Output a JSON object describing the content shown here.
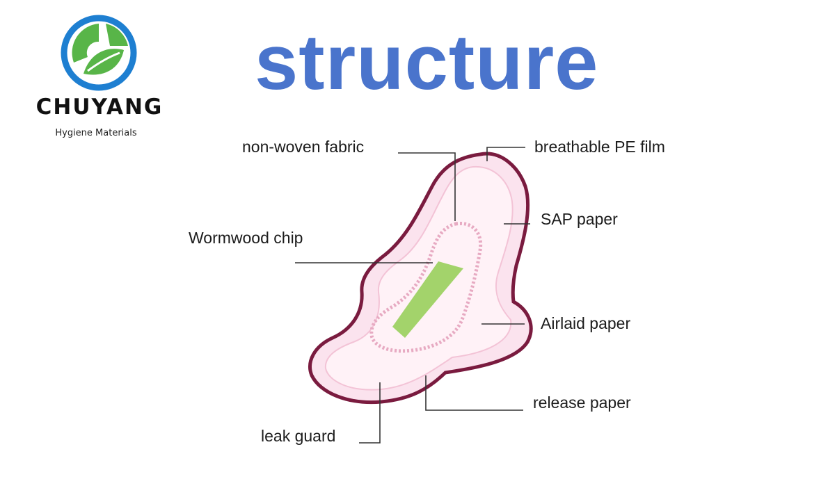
{
  "brand": {
    "name": "CHUYANG",
    "tagline": "Hygiene Materials",
    "colors": {
      "blue": "#1e7fd1",
      "green": "#58b548",
      "dark": "#111111"
    }
  },
  "title": "structure",
  "title_color": "#4a74cc",
  "diagram": {
    "pad_outline_color": "#7a1b3f",
    "pad_fill_color": "#fbe3ee",
    "chip_color": "#a3d36b",
    "labels": {
      "nonwoven": "non-woven fabric",
      "pe_film": "breathable PE film",
      "sap": "SAP paper",
      "wormwood": "Wormwood chip",
      "airlaid": "Airlaid paper",
      "release": "release paper",
      "leak": "leak guard"
    }
  }
}
